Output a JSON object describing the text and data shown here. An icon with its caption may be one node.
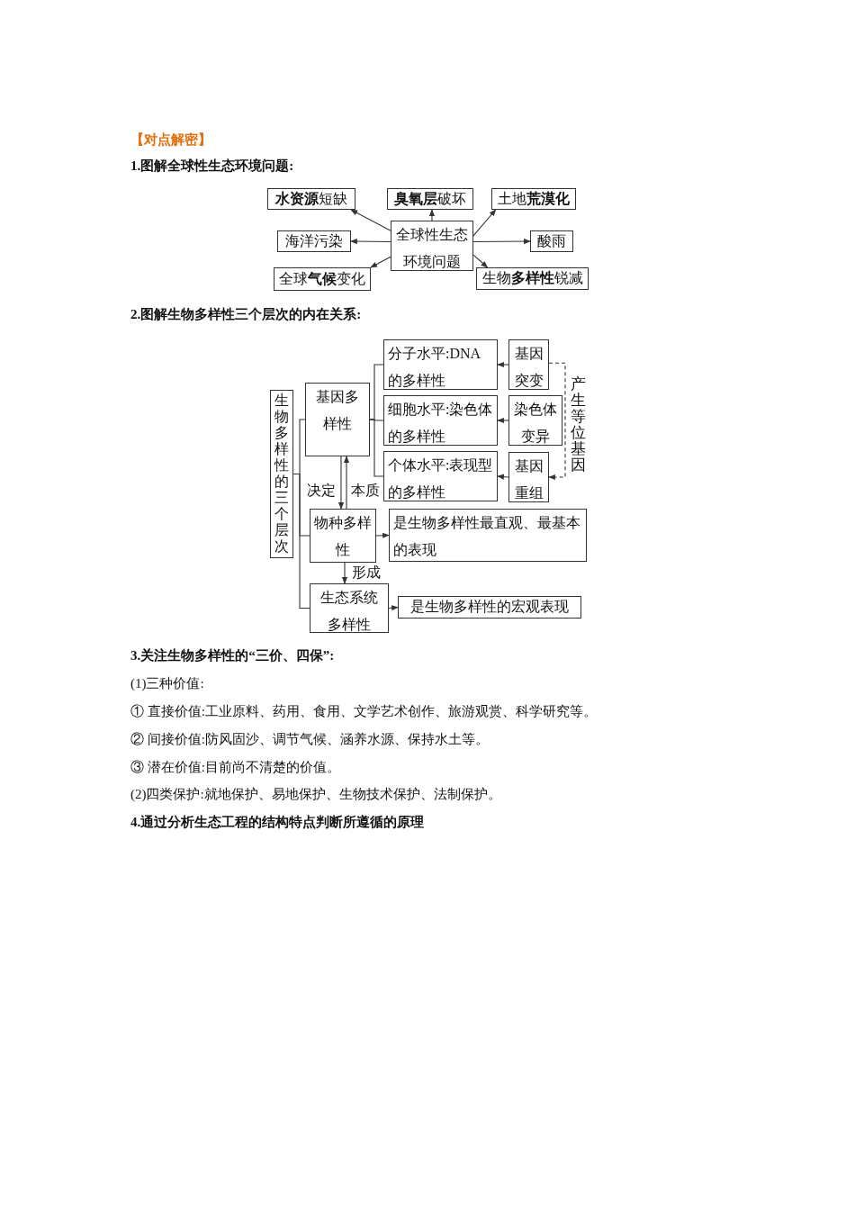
{
  "diagram": {
    "nodes": [
      {
        "text": [
          "全球性生态环境问题"
        ]
      },
      {
        "text": [
          "**水资源**短缺"
        ]
      },
      {
        "text": [
          "**臭氧层**破坏"
        ]
      },
      {
        "text": [
          "土地**荒漠化**"
        ]
      },
      {
        "text": [
          "海洋污染"
        ]
      },
      {
        "text": [
          "酸雨"
        ]
      },
      {
        "text": [
          "全球**气候**变化"
        ]
      },
      {
        "text": [
          "生物**多样性**锐减"
        ]
      },
      {
        "text": [
          "生物多样性的三个层次"
        ]
      },
      {
        "text": [
          "基因多样性"
        ]
      },
      {
        "text": [
          "分子水平:DNA的多样性"
        ]
      },
      {
        "text": [
          "细胞水平:染色体的多样性"
        ]
      },
      {
        "text": [
          "个体水平:表现型的多样性"
        ]
      },
      {
        "text": [
          "基因突变"
        ]
      },
      {
        "text": [
          "染色体变异"
        ]
      },
      {
        "text": [
          "基因重组"
        ]
      },
      {
        "text": [
          "物种多样性"
        ]
      },
      {
        "text": [
          "是生物多样性最直观、最基本的表现"
        ]
      },
      {
        "text": [
          "生态系统多样性"
        ]
      },
      {
        "text": [
          "是生物多样性的宏观表现"
        ]
      }
    ],
    "edges": [
      {
        "from": 0,
        "to": 1,
        "arrow": "to"
      },
      {
        "from": 0,
        "to": 2,
        "arrow": "to"
      },
      {
        "from": 0,
        "to": 3,
        "arrow": "to"
      },
      {
        "from": 0,
        "to": 4,
        "arrow": "to"
      },
      {
        "from": 0,
        "to": 5,
        "arrow": "to"
      },
      {
        "from": 0,
        "to": 6,
        "arrow": "to"
      },
      {
        "from": 0,
        "to": 7,
        "arrow": "to"
      },
      {
        "from": 8,
        "to": 9,
        "arrow": "none"
      },
      {
        "from": 8,
        "to": 16,
        "arrow": "none"
      },
      {
        "from": 8,
        "to": 18,
        "arrow": "none"
      },
      {
        "from": 9,
        "to": 10,
        "arrow": "none"
      },
      {
        "from": 9,
        "to": 11,
        "arrow": "none"
      },
      {
        "from": 9,
        "to": 12,
        "arrow": "none"
      },
      {
        "from": 13,
        "to": 10,
        "arrow": "to"
      },
      {
        "from": 14,
        "to": 11,
        "arrow": "to"
      },
      {
        "from": 15,
        "to": 12,
        "arrow": "to"
      },
      {
        "from": 13,
        "to": 15,
        "arrow": "to",
        "label": "产生等位基因",
        "style": "dashed"
      },
      {
        "from": 9,
        "to": 16,
        "arrow": "to",
        "label": "决定"
      },
      {
        "from": 16,
        "to": 9,
        "arrow": "to",
        "label": "本质"
      },
      {
        "from": 16,
        "to": 17,
        "arrow": "to"
      },
      {
        "from": 16,
        "to": 18,
        "arrow": "to",
        "label": "形成"
      },
      {
        "from": 18,
        "to": 19,
        "arrow": "to"
      }
    ],
    "labels": [
      "【对点解密】",
      "1.图解全球性生态环境问题:",
      "2.图解生物多样性三个层次的内在关系:",
      "3.关注生物多样性的“三价、四保”:",
      "(1)三种价值:",
      "① 直接价值:工业原料、药用、食用、文学艺术创作、旅游观赏、科学研究等。",
      "② 间接价值:防风固沙、调节气候、涵养水源、保持水土等。",
      "③ 潜在价值:目前尚不清楚的价值。",
      "(2)四类保护:就地保护、易地保护、生物技术保护、法制保护。",
      "4.通过分析生态工程的结构特点判断所遵循的原理"
    ]
  }
}
